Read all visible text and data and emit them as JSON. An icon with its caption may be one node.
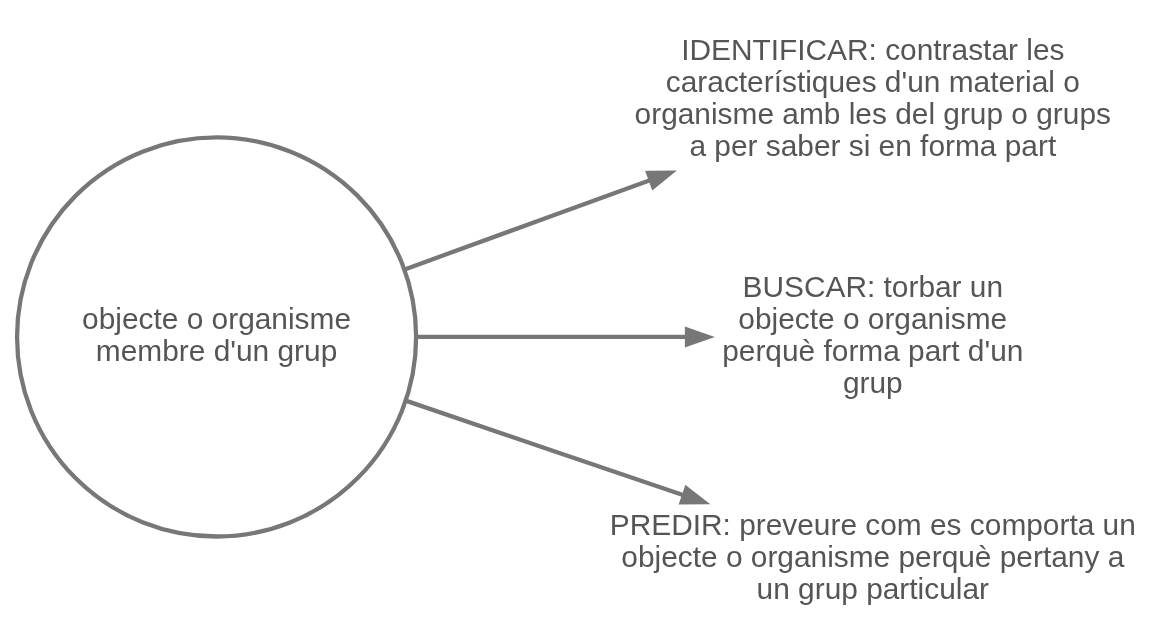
{
  "diagram": {
    "nodes": [
      {
        "text": [
          "objecte o organisme membre d'un grup"
        ]
      },
      {
        "text": [
          "IDENTIFICAR: contrastar les característiques d'un material o organisme amb les del grup o grups a per saber si en forma part"
        ]
      },
      {
        "text": [
          "BUSCAR: torbar un objecte o organisme perquè forma part d'un grup"
        ]
      },
      {
        "text": [
          "PREDIR: preveure com es comporta un objecte o organisme perquè pertany a un grup particular"
        ]
      }
    ],
    "edges": [
      {
        "from": 0,
        "to": 1,
        "arrow": "to"
      },
      {
        "from": 0,
        "to": 2,
        "arrow": "to"
      },
      {
        "from": 0,
        "to": 3,
        "arrow": "to"
      }
    ]
  }
}
